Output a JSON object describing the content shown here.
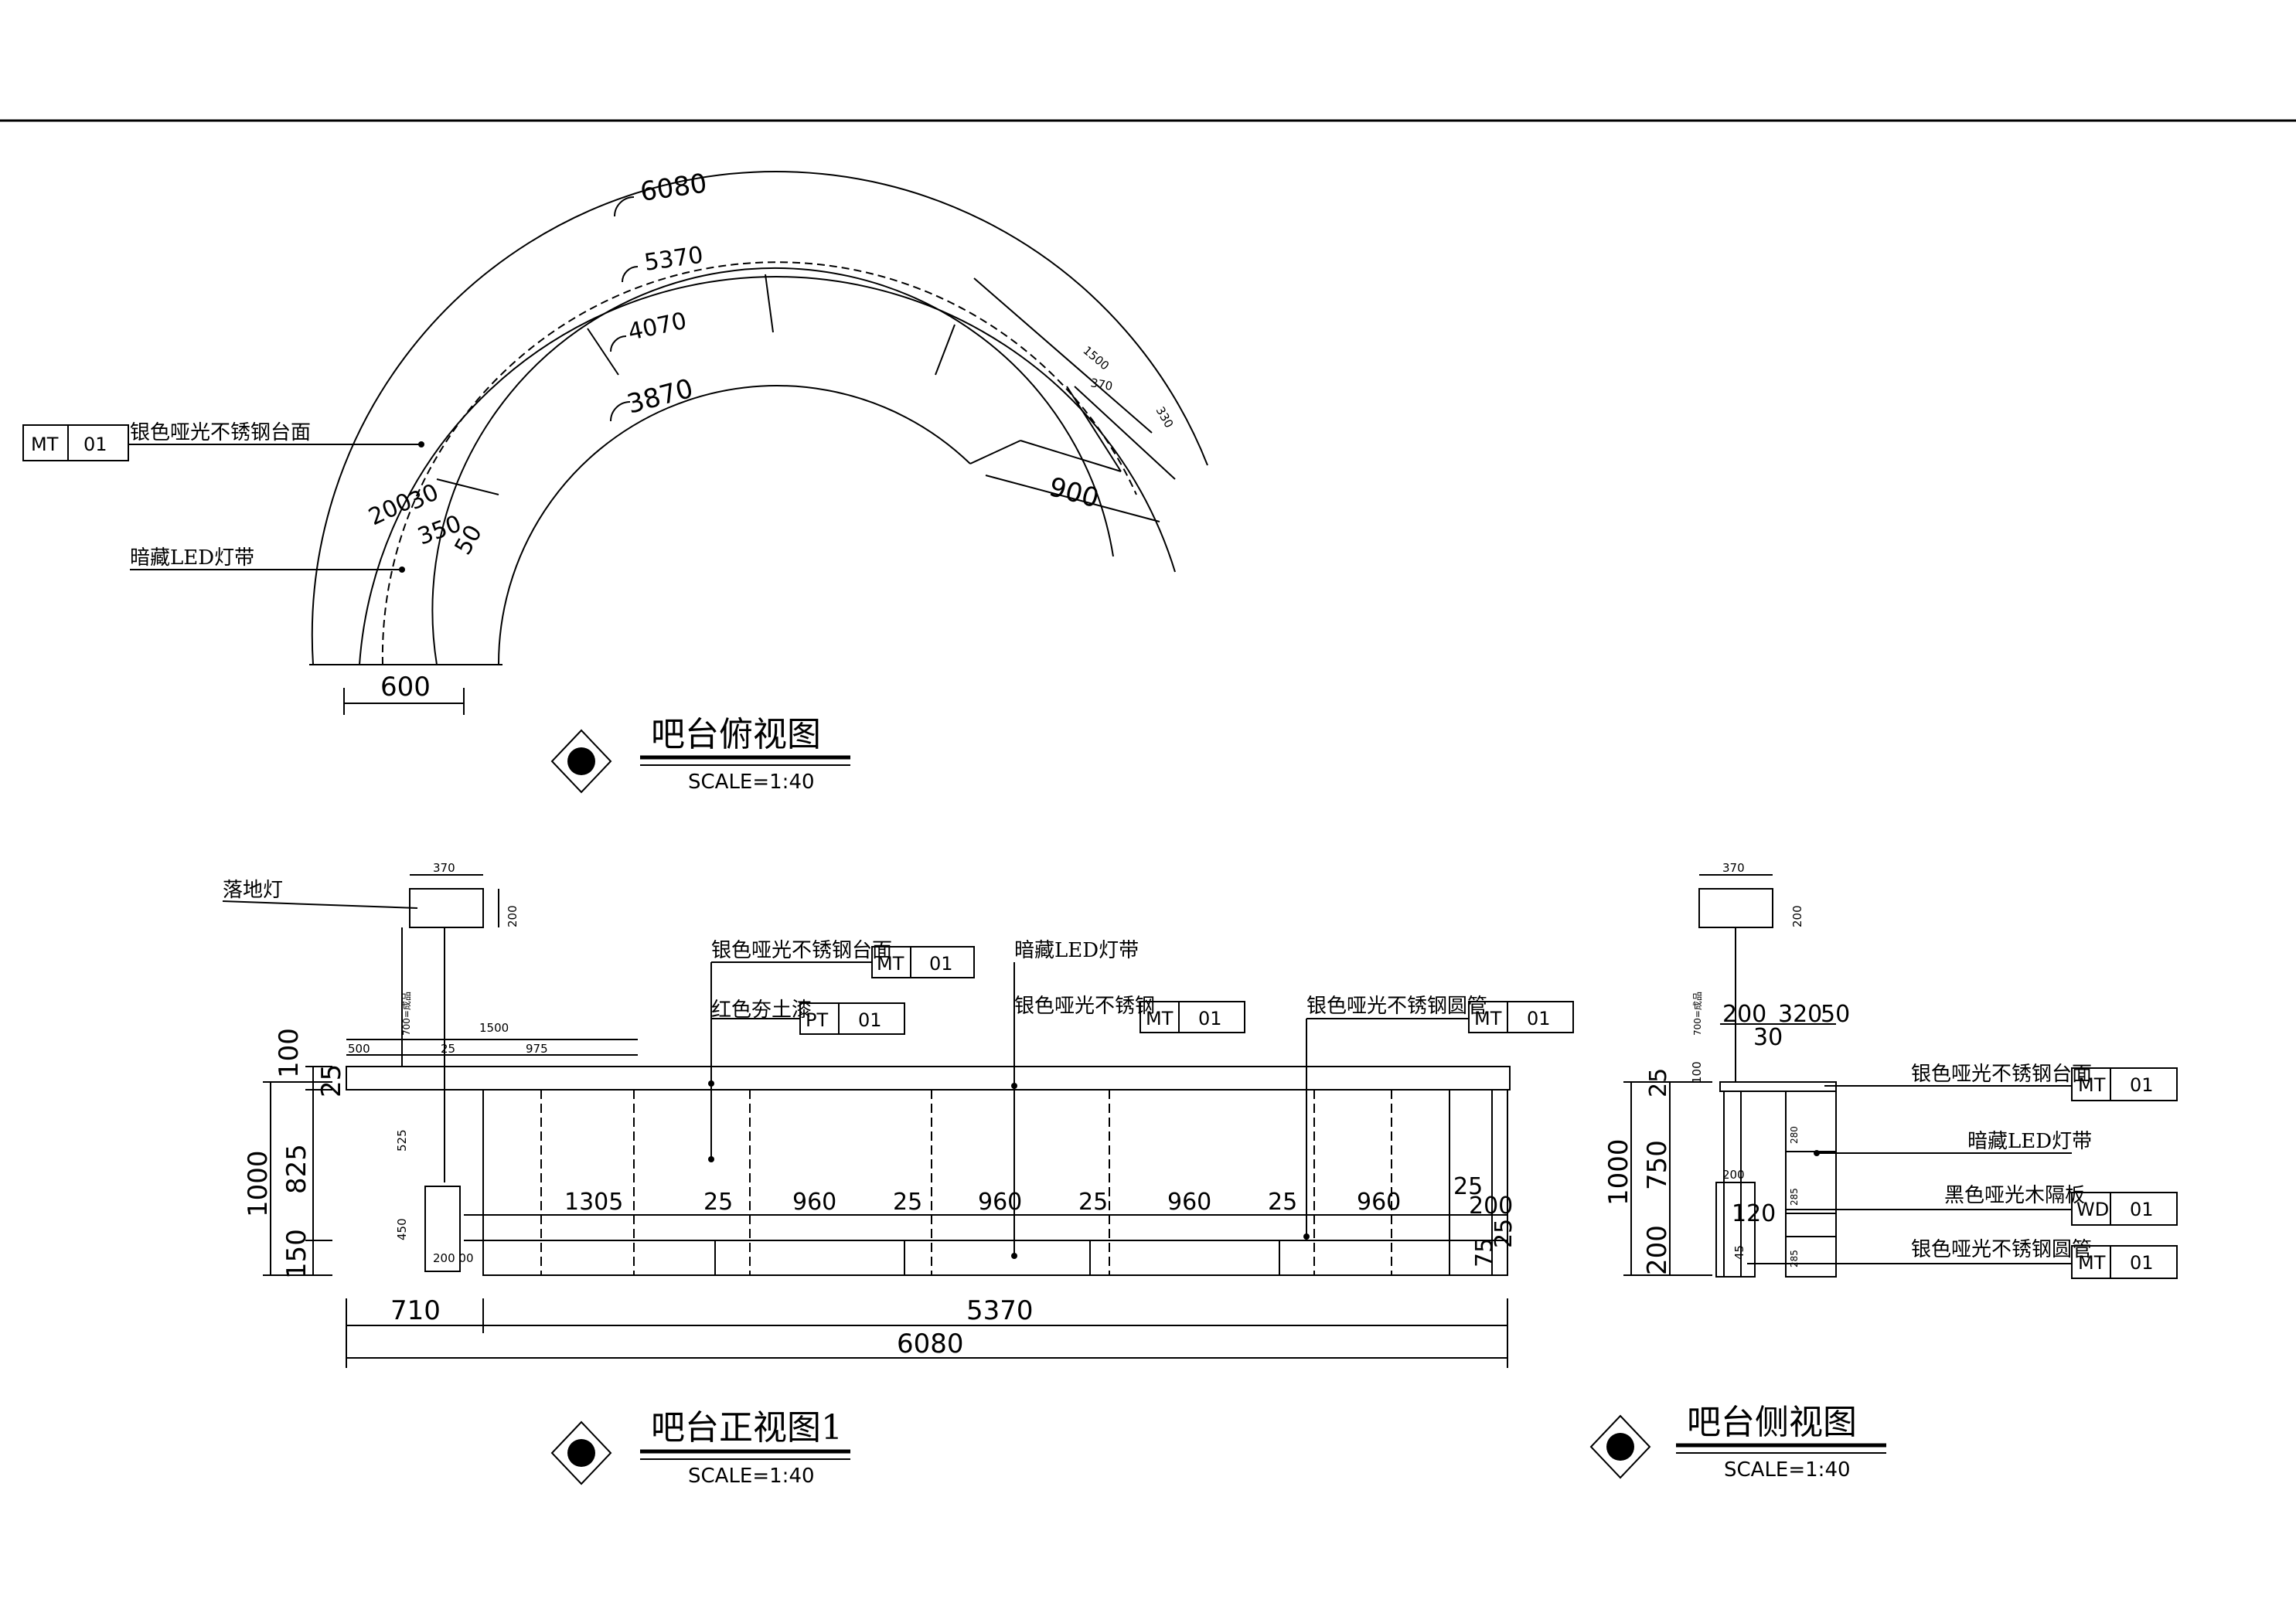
{
  "top_view": {
    "title": "吧台俯视图",
    "scale": "SCALE=1:40",
    "arc_6080": "6080",
    "arc_5370": "5370",
    "arc_4070": "4070",
    "arc_3870": "3870",
    "dim_600": "600",
    "dim_900": "900",
    "dim_200": "200",
    "dim_30": "30",
    "dim_350": "350",
    "dim_50": "50",
    "dim_1500": "1500",
    "dim_370": "370",
    "dim_330": "330",
    "label_surface": "银色哑光不锈钢台面",
    "label_led": "暗藏LED灯带",
    "tag_mt": "MT",
    "tag_01": "01"
  },
  "front_view": {
    "title": "吧台正视图1",
    "scale": "SCALE=1:40",
    "label_floor_lamp": "落地灯",
    "label_surface": "银色哑光不锈钢台面",
    "label_led": "暗藏LED灯带",
    "label_red_paint": "红色夯土漆",
    "label_stainless": "银色哑光不锈钢",
    "label_tube": "银色哑光不锈钢圆管",
    "tag_mt": "MT",
    "tag_pt": "PT",
    "tag_01": "01",
    "dim_370": "370",
    "dim_200_v": "200",
    "dim_700": "700=成品",
    "dim_1500": "1500",
    "dim_500": "500",
    "dim_25": "25",
    "dim_975": "975",
    "dim_100": "100",
    "dim_1000": "1000",
    "dim_825": "825",
    "dim_150": "150",
    "dim_525": "525",
    "dim_450": "450",
    "dim_200_00": "200  00",
    "dim_1305": "1305",
    "dim_960": "960",
    "dim_200": "200",
    "dim_75": "75",
    "dim_710": "710",
    "dim_5370": "5370",
    "dim_6080": "6080"
  },
  "side_view": {
    "title": "吧台侧视图",
    "scale": "SCALE=1:40",
    "label_surface": "银色哑光不锈钢台面",
    "label_led": "暗藏LED灯带",
    "label_wood": "黑色哑光木隔板",
    "label_tube": "银色哑光不锈钢圆管",
    "tag_mt": "MT",
    "tag_wd": "WD",
    "tag_01": "01",
    "dim_370": "370",
    "dim_200_v": "200",
    "dim_700": "700=成品",
    "dim_200": "200",
    "dim_320": "320",
    "dim_50": "50",
    "dim_30": "30",
    "dim_1000": "1000",
    "dim_750": "750",
    "dim_25": "25",
    "dim_100": "100",
    "dim_280": "280",
    "dim_285": "285",
    "dim_45": "45",
    "dim_120": "120"
  }
}
